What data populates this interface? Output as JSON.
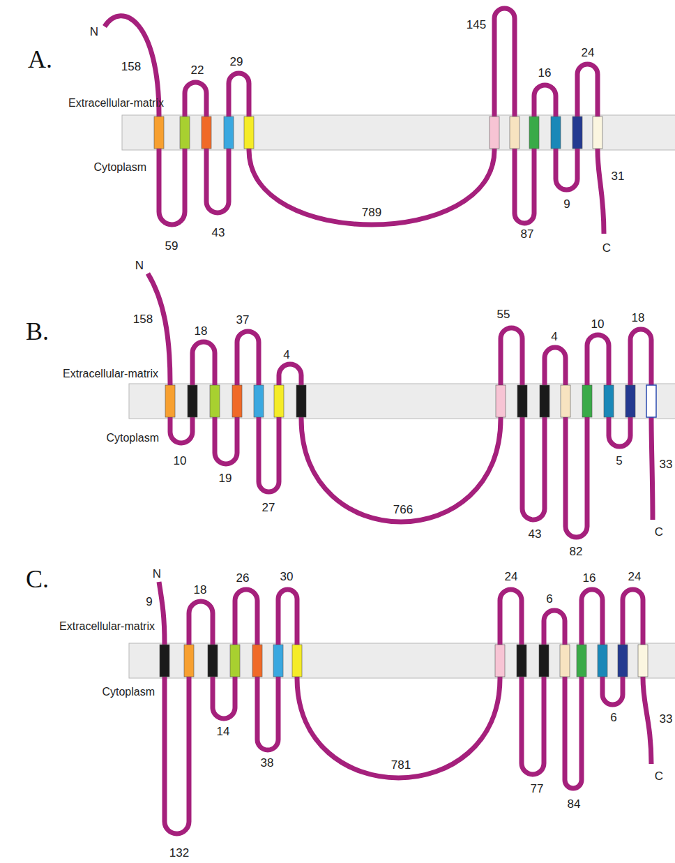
{
  "diagram": {
    "labels": [
      "A.",
      "N",
      "158",
      "22",
      "29",
      "Extracellular-matrix",
      "Cytoplasm",
      "59",
      "43",
      "789",
      "145",
      "16",
      "24",
      "87",
      "9",
      "31",
      "C",
      "B.",
      "N",
      "158",
      "18",
      "37",
      "4",
      "Extracellular-matrix",
      "Cytoplasm",
      "10",
      "19",
      "27",
      "766",
      "55",
      "4",
      "10",
      "18",
      "43",
      "82",
      "5",
      "33",
      "C",
      "C.",
      "N",
      "9",
      "18",
      "26",
      "30",
      "Extracellular-matrix",
      "Cytoplasm",
      "14",
      "38",
      "132",
      "781",
      "24",
      "6",
      "16",
      "24",
      "77",
      "84",
      "6",
      "33",
      "C"
    ]
  }
}
